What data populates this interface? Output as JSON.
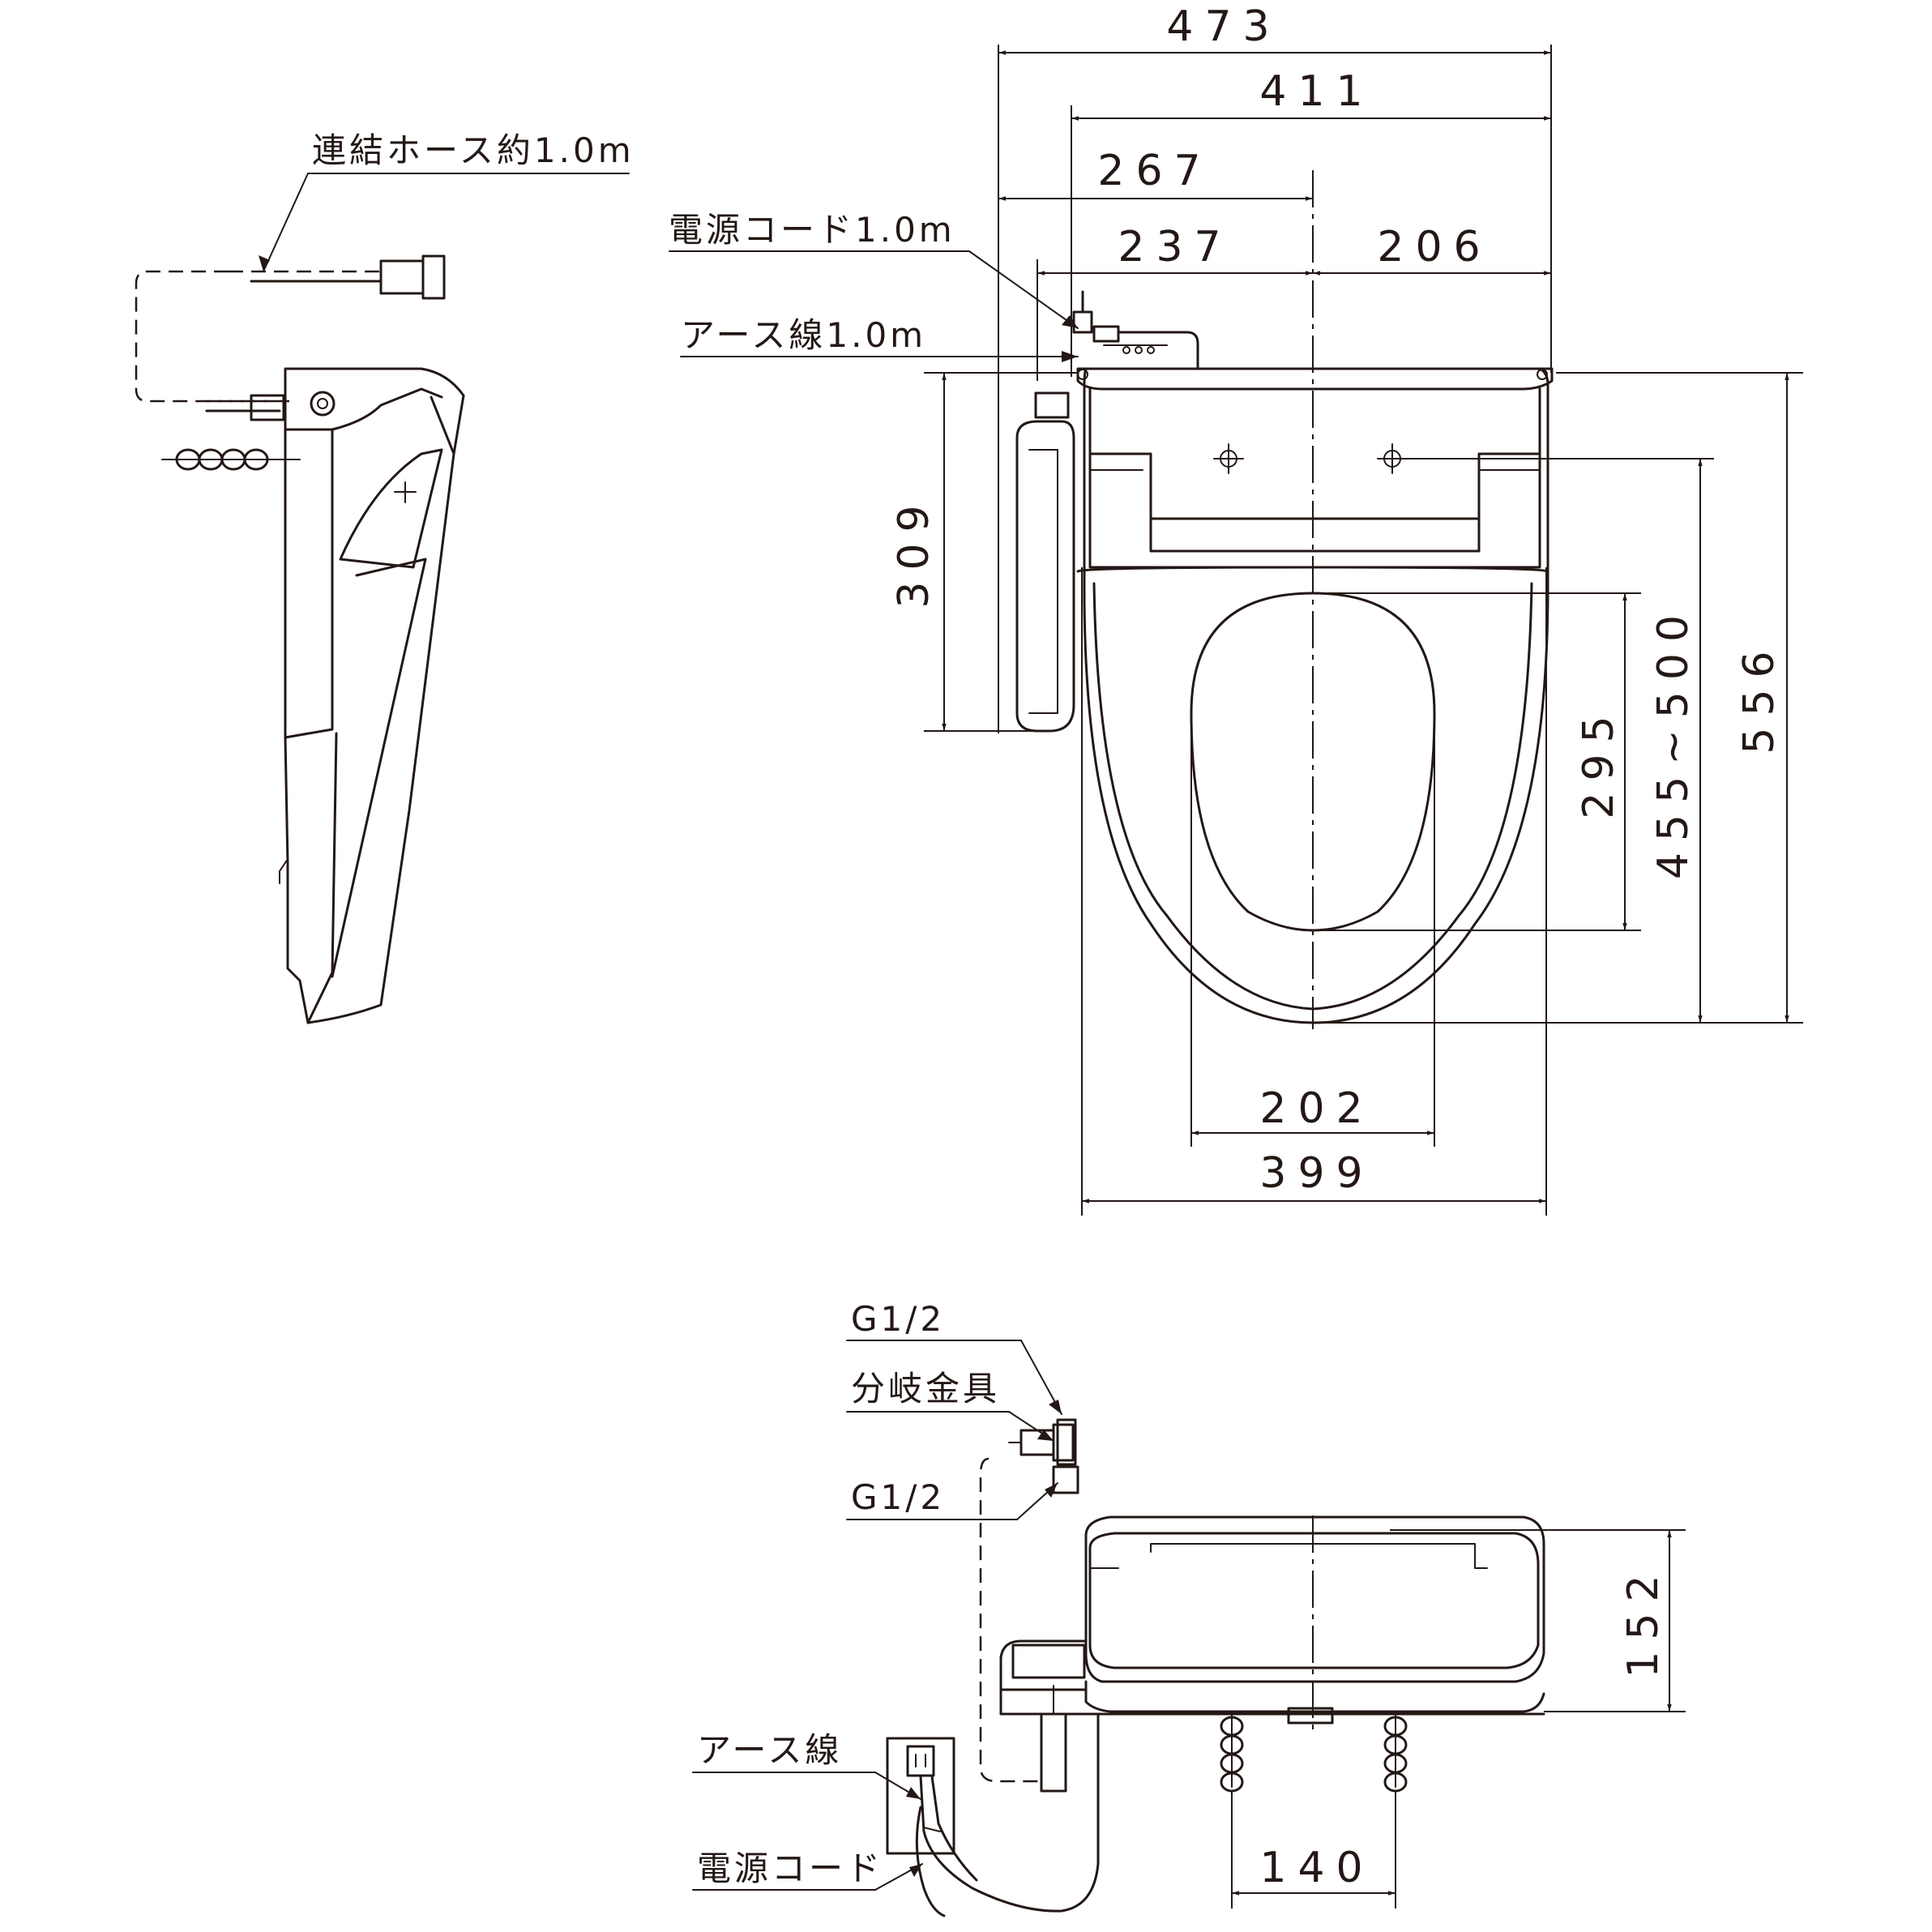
{
  "labels": {
    "hose": "連結ホース約1.0m",
    "power_cord_len": "電源コード1.0m",
    "earth_wire_len": "アース線1.0m",
    "g_half_top": "G1/2",
    "branch_fitting": "分岐金具",
    "g_half_bottom": "G1/2",
    "earth_wire": "アース線",
    "power_cord": "電源コード"
  },
  "dimensions": {
    "d473": "473",
    "d411": "411",
    "d267": "267",
    "d237": "237",
    "d206": "206",
    "d309": "309",
    "d295": "295",
    "d455_500": "455~500",
    "d556": "556",
    "d202": "202",
    "d399": "399",
    "d152": "152",
    "d140": "140"
  }
}
